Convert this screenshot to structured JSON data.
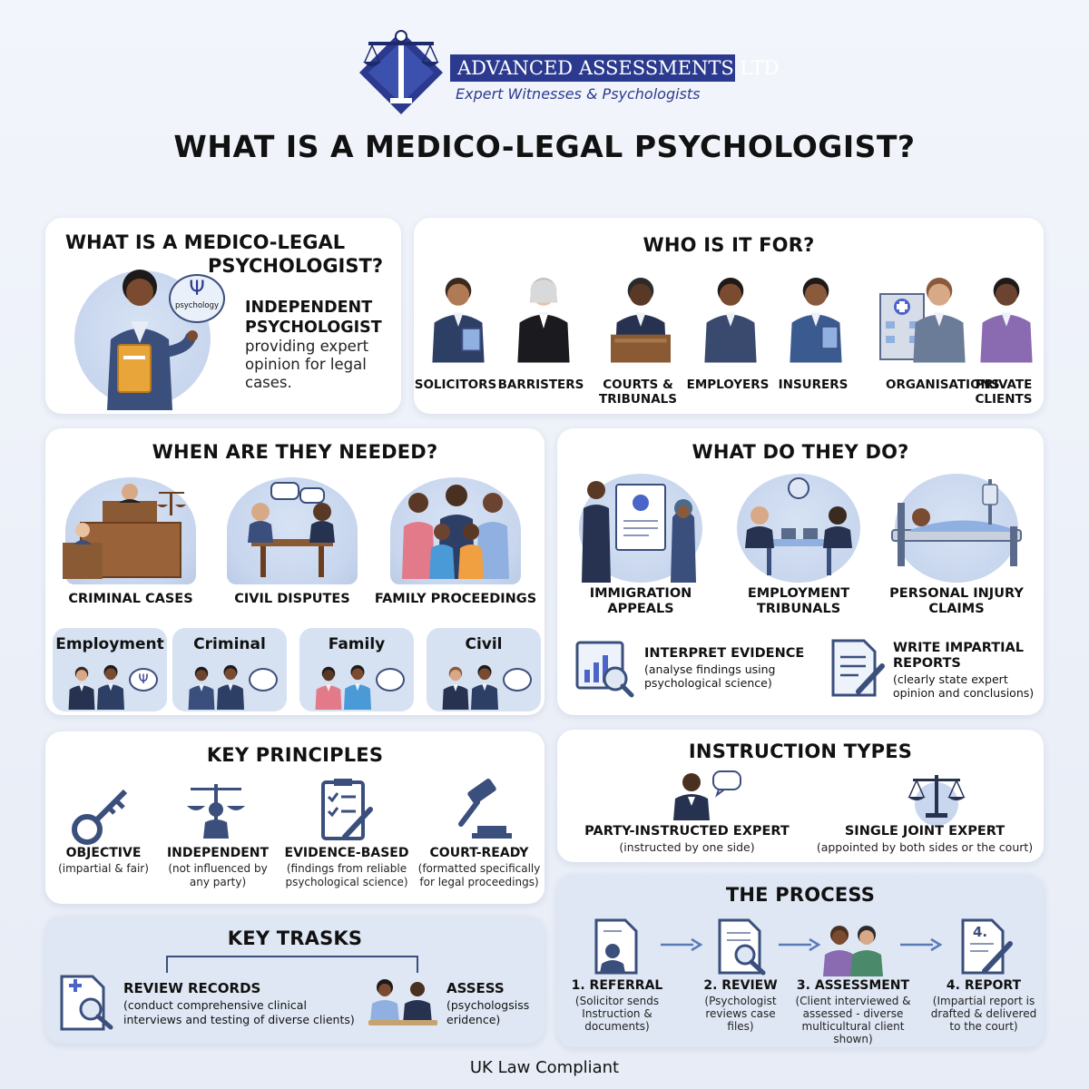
{
  "brand": {
    "name": "ADVANCED ASSESSMENTS LTD",
    "tagline": "Expert Witnesses & Psychologists",
    "colors": {
      "primary": "#2b3a8f",
      "navy": "#1c2a6b",
      "accent": "#4a64c8"
    }
  },
  "page_title": "WHAT IS A MEDICO-LEGAL PSYCHOLOGIST?",
  "what_is": {
    "title_line1": "WHAT IS A MEDICO-LEGAL",
    "title_line2": "PSYCHOLOGIST?",
    "bubble_symbol": "Ψ",
    "bubble_label": "psychology",
    "heading_line1": "INDEPENDENT",
    "heading_line2": "PSYCHOLOGIST",
    "body_line1": "providing expert",
    "body_line2": "opinion for legal",
    "body_line3": "cases."
  },
  "who_for": {
    "title": "WHO IS IT FOR?",
    "items": [
      {
        "line1": "SOLICITORS",
        "line2": ""
      },
      {
        "line1": "BARRISTERS",
        "line2": ""
      },
      {
        "line1": "COURTS &",
        "line2": "TRIBUNALS"
      },
      {
        "line1": "EMPLOYERS",
        "line2": ""
      },
      {
        "line1": "INSURERS",
        "line2": ""
      },
      {
        "line1": "ORGANISATIONS",
        "line2": ""
      },
      {
        "line1": "PRIVATE",
        "line2": "CLIENTS"
      }
    ]
  },
  "when_needed": {
    "title": "WHEN ARE THEY NEEDED?",
    "items": [
      "CRIMINAL CASES",
      "CIVIL DISPUTES",
      "FAMILY PROCEEDINGS"
    ],
    "mini": [
      "Employment",
      "Criminal",
      "Family",
      "Civil"
    ],
    "mini_symbol": "Ψ"
  },
  "what_do": {
    "title": "WHAT DO THEY DO?",
    "items": [
      {
        "line1": "IMMIGRATION",
        "line2": "APPEALS"
      },
      {
        "line1": "EMPLOYMENT",
        "line2": "TRIBUNALS"
      },
      {
        "line1": "PERSONAL INJURY",
        "line2": "CLAIMS"
      }
    ],
    "tasks": [
      {
        "title": "INTERPRET EVIDENCE",
        "desc1": "(analyse findings using",
        "desc2": "psychological science)",
        "desc3": ""
      },
      {
        "title": "WRITE IMPARTIAL",
        "title2": "REPORTS",
        "desc1": "(clearly state expert",
        "desc2": "opinion and conclusions)"
      }
    ]
  },
  "principles": {
    "title": "KEY PRINCIPLES",
    "items": [
      {
        "label": "OBJECTIVE",
        "d1": "(impartial & fair)",
        "d2": "",
        "icon": "key-icon"
      },
      {
        "label": "INDEPENDENT",
        "d1": "(not influenced by",
        "d2": "any party)",
        "icon": "scales-person-icon"
      },
      {
        "label": "EVIDENCE-BASED",
        "d1": "(findings from reliable",
        "d2": "psychological science)",
        "icon": "checklist-icon"
      },
      {
        "label": "COURT-READY",
        "d1": "(formatted specifically",
        "d2": "for legal proceedings)",
        "icon": "gavel-icon"
      }
    ]
  },
  "instruction": {
    "title": "INSTRUCTION TYPES",
    "items": [
      {
        "label": "PARTY-INSTRUCTED EXPERT",
        "desc": "(instructed by one side)"
      },
      {
        "label": "SINGLE JOINT EXPERT",
        "desc": "(appointed by both sides or the court)"
      }
    ]
  },
  "tasks": {
    "title": "KEY TRASKS",
    "items": [
      {
        "label": "REVIEW RECORDS",
        "d1": "(conduct comprehensive clinical",
        "d2": "interviews and testing of diverse clients)"
      },
      {
        "label": "ASSESS",
        "d1": "(psychologsiss",
        "d2": "eridence)"
      }
    ]
  },
  "process": {
    "title": "THE PROCESS",
    "steps": [
      {
        "label": "1. REFERRAL",
        "d1": "(Solicitor sends",
        "d2": "Instruction &",
        "d3": "documents)"
      },
      {
        "label": "2. REVIEW",
        "d1": "(Psychologist",
        "d2": "reviews case",
        "d3": "files)"
      },
      {
        "label": "3. ASSESSMENT",
        "d1": "(Client interviewed &",
        "d2": "assessed - diverse",
        "d3": "multicultural client shown)"
      },
      {
        "label": "4. REPORT",
        "d1": "(Impartial report is",
        "d2": "drafted & delivered",
        "d3": "to the court)"
      }
    ],
    "report_number": "4."
  },
  "footer": "UK Law Compliant"
}
